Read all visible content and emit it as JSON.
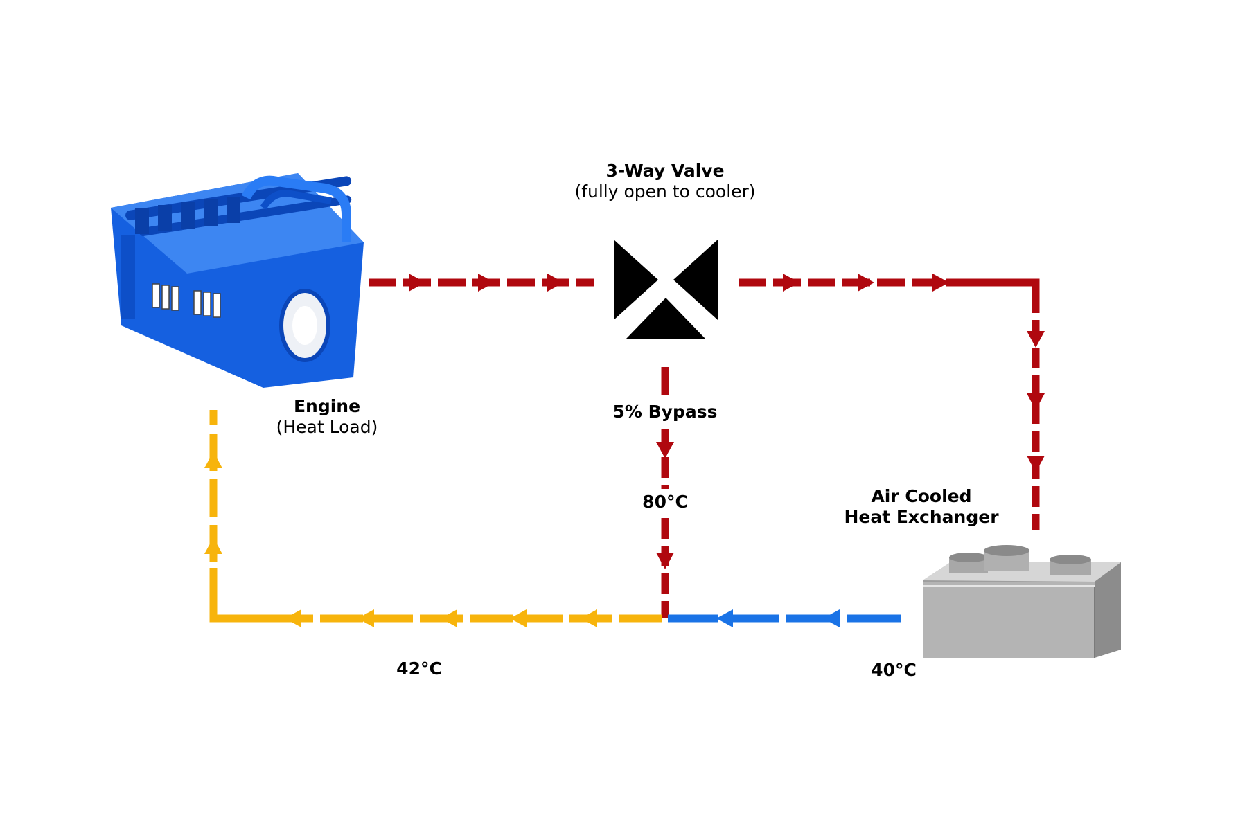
{
  "colors": {
    "hot": "#b0080f",
    "mixed": "#f7b40c",
    "cold": "#1a73e6",
    "engine": "#1560e0",
    "cooler": "#aeaeae",
    "valve": "#000000"
  },
  "engine": {
    "title": "Engine",
    "subtitle": "(Heat Load)",
    "icon": "engine-icon"
  },
  "valve": {
    "title": "3-Way Valve",
    "subtitle": "(fully open to cooler)",
    "icon": "three-way-valve-icon"
  },
  "bypass": {
    "label": "5% Bypass",
    "temperature": "80°C"
  },
  "cooler": {
    "title_line1": "Air Cooled",
    "title_line2": "Heat Exchanger",
    "icon": "air-cooled-heat-exchanger-icon"
  },
  "temperatures": {
    "return_to_engine": "42°C",
    "cooler_outlet": "40°C"
  }
}
